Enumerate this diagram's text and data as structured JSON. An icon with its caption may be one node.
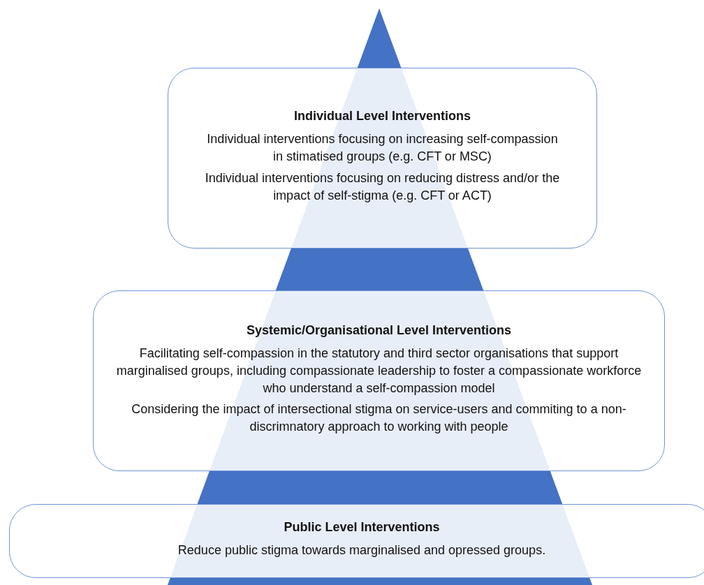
{
  "diagram": {
    "nodes": [
      {
        "text": [
          "Individual Level Interventions",
          "Individual interventions focusing on increasing self-compassion in stimatised groups (e.g. CFT or MSC)",
          "Individual interventions focusing on reducing distress and/or the impact of self-stigma (e.g. CFT or ACT)"
        ]
      },
      {
        "text": [
          "Systemic/Organisational Level Interventions",
          "Facilitating self-compassion in the statutory and third sector organisations that support marginalised groups, including compassionate leadership to foster a compassionate workforce who understand a self-compassion model",
          "Considering the impact of intersectional stigma on service-users and commiting to a non-discrimnatory approach to working with people"
        ]
      },
      {
        "text": [
          "Public Level Interventions",
          "Reduce public stigma towards marginalised and opressed groups."
        ]
      }
    ],
    "edges": []
  }
}
